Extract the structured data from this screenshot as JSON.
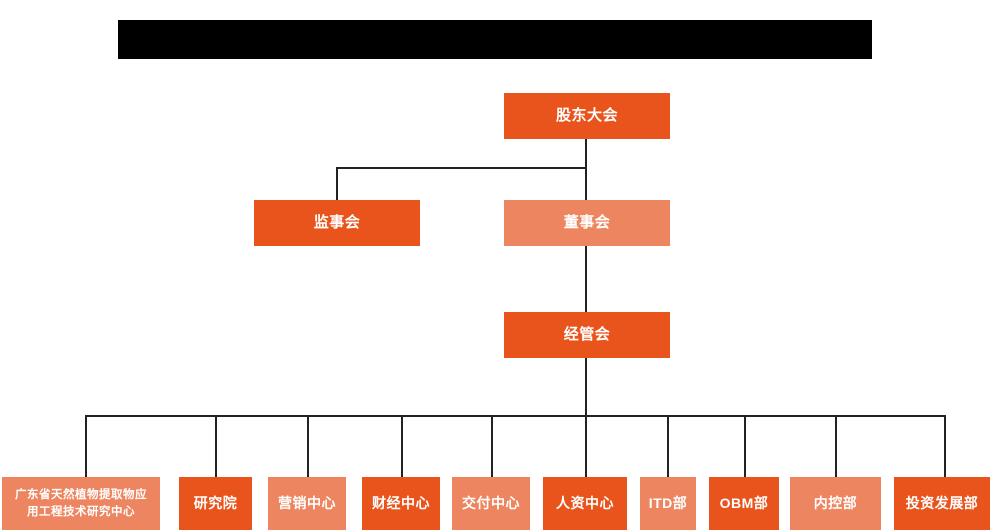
{
  "page": {
    "background_color": "#ffffff",
    "title_bar": {
      "name": "redacted-title-bar",
      "color": "#000000",
      "text": ""
    }
  },
  "colors": {
    "primary_orange": "#E8541C",
    "light_orange": "#ED8660",
    "connector": "#222222",
    "node_text": "#ffffff"
  },
  "chart_data": {
    "type": "diagram",
    "title": "",
    "subtype": "organization-chart",
    "levels": [
      {
        "level": 1,
        "nodes": [
          {
            "id": "shareholders",
            "label": "股东大会",
            "color": "#E8541C"
          }
        ]
      },
      {
        "level": 2,
        "nodes": [
          {
            "id": "supervisors",
            "label": "监事会",
            "color": "#E8541C"
          },
          {
            "id": "directors",
            "label": "董事会",
            "color": "#ED8660"
          }
        ]
      },
      {
        "level": 3,
        "nodes": [
          {
            "id": "management",
            "label": "经管会",
            "color": "#E8541C"
          }
        ]
      },
      {
        "level": 4,
        "nodes": [
          {
            "id": "dept-1",
            "label": "广东省天然植物提取物应用工程技术研究中心",
            "color": "#ED8660"
          },
          {
            "id": "dept-2",
            "label": "研究院",
            "color": "#E8541C"
          },
          {
            "id": "dept-3",
            "label": "营销中心",
            "color": "#ED8660"
          },
          {
            "id": "dept-4",
            "label": "财经中心",
            "color": "#E8541C"
          },
          {
            "id": "dept-5",
            "label": "交付中心",
            "color": "#ED8660"
          },
          {
            "id": "dept-6",
            "label": "人资中心",
            "color": "#E8541C"
          },
          {
            "id": "dept-7",
            "label": "ITD部",
            "color": "#ED8660"
          },
          {
            "id": "dept-8",
            "label": "OBM部",
            "color": "#E8541C"
          },
          {
            "id": "dept-9",
            "label": "内控部",
            "color": "#ED8660"
          },
          {
            "id": "dept-10",
            "label": "投资发展部",
            "color": "#E8541C"
          }
        ]
      }
    ],
    "edges": [
      {
        "from": "shareholders",
        "to": "supervisors"
      },
      {
        "from": "shareholders",
        "to": "directors"
      },
      {
        "from": "directors",
        "to": "management"
      },
      {
        "from": "management",
        "to": "dept-1"
      },
      {
        "from": "management",
        "to": "dept-2"
      },
      {
        "from": "management",
        "to": "dept-3"
      },
      {
        "from": "management",
        "to": "dept-4"
      },
      {
        "from": "management",
        "to": "dept-5"
      },
      {
        "from": "management",
        "to": "dept-6"
      },
      {
        "from": "management",
        "to": "dept-7"
      },
      {
        "from": "management",
        "to": "dept-8"
      },
      {
        "from": "management",
        "to": "dept-9"
      },
      {
        "from": "management",
        "to": "dept-10"
      }
    ]
  },
  "nodes": {
    "shareholders": {
      "label": "股东大会"
    },
    "supervisors": {
      "label": "监事会"
    },
    "directors": {
      "label": "董事会"
    },
    "management": {
      "label": "经管会"
    },
    "dept_1_line1": {
      "label": "广东省天然植物提取物应"
    },
    "dept_1_line2": {
      "label": "用工程技术研究中心"
    },
    "dept_2": {
      "label": "研究院"
    },
    "dept_3": {
      "label": "营销中心"
    },
    "dept_4": {
      "label": "财经中心"
    },
    "dept_5": {
      "label": "交付中心"
    },
    "dept_6": {
      "label": "人资中心"
    },
    "dept_7": {
      "label": "ITD部"
    },
    "dept_8": {
      "label": "OBM部"
    },
    "dept_9": {
      "label": "内控部"
    },
    "dept_10": {
      "label": "投资发展部"
    }
  }
}
